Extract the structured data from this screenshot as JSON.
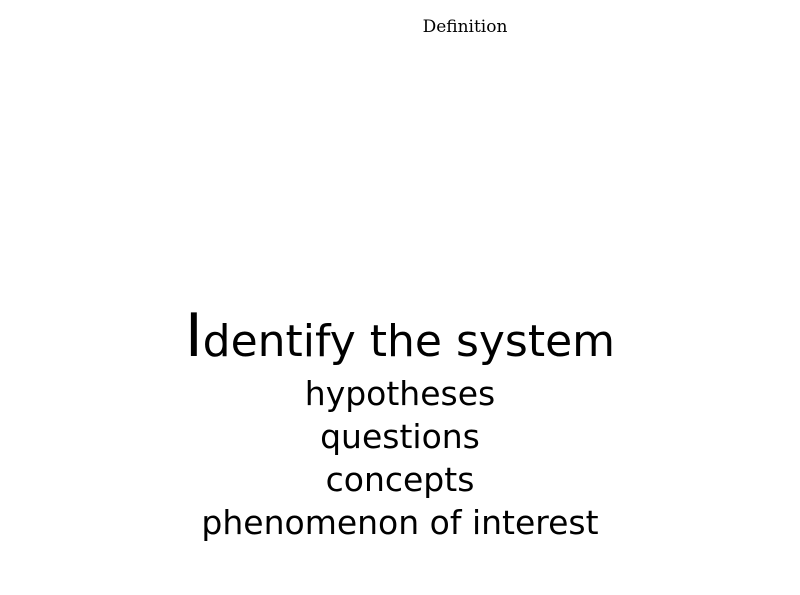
{
  "header": {
    "title": "Definition"
  },
  "slide": {
    "heading_initial": "I",
    "heading_rest": "dentify the system",
    "items": [
      "hypotheses",
      "questions",
      "concepts",
      "phenomenon of interest"
    ]
  }
}
